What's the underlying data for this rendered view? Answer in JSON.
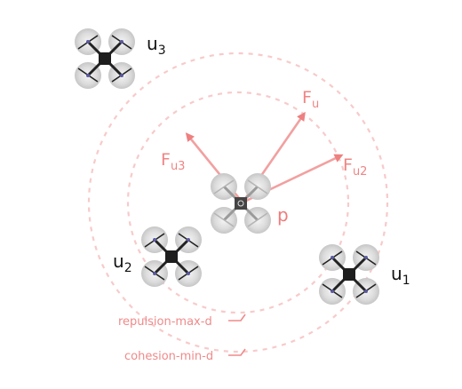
{
  "drones": {
    "u1": {
      "name": "u",
      "sub": "1"
    },
    "u2": {
      "name": "u",
      "sub": "2"
    },
    "u3": {
      "name": "u",
      "sub": "3"
    },
    "p": {
      "name": "p"
    }
  },
  "forces": {
    "fu": {
      "name": "F",
      "sub": "u"
    },
    "fu2": {
      "name": "F",
      "sub": "u2"
    },
    "fu3": {
      "name": "F",
      "sub": "u3"
    }
  },
  "radii": {
    "repulsion": "repulsion-max-d",
    "cohesion": "cohesion-min-d"
  },
  "colors": {
    "force": "#f08a8a",
    "circle": "#f7c4c4",
    "drone_body": "#1e1e1e",
    "label_dark": "#111111"
  }
}
